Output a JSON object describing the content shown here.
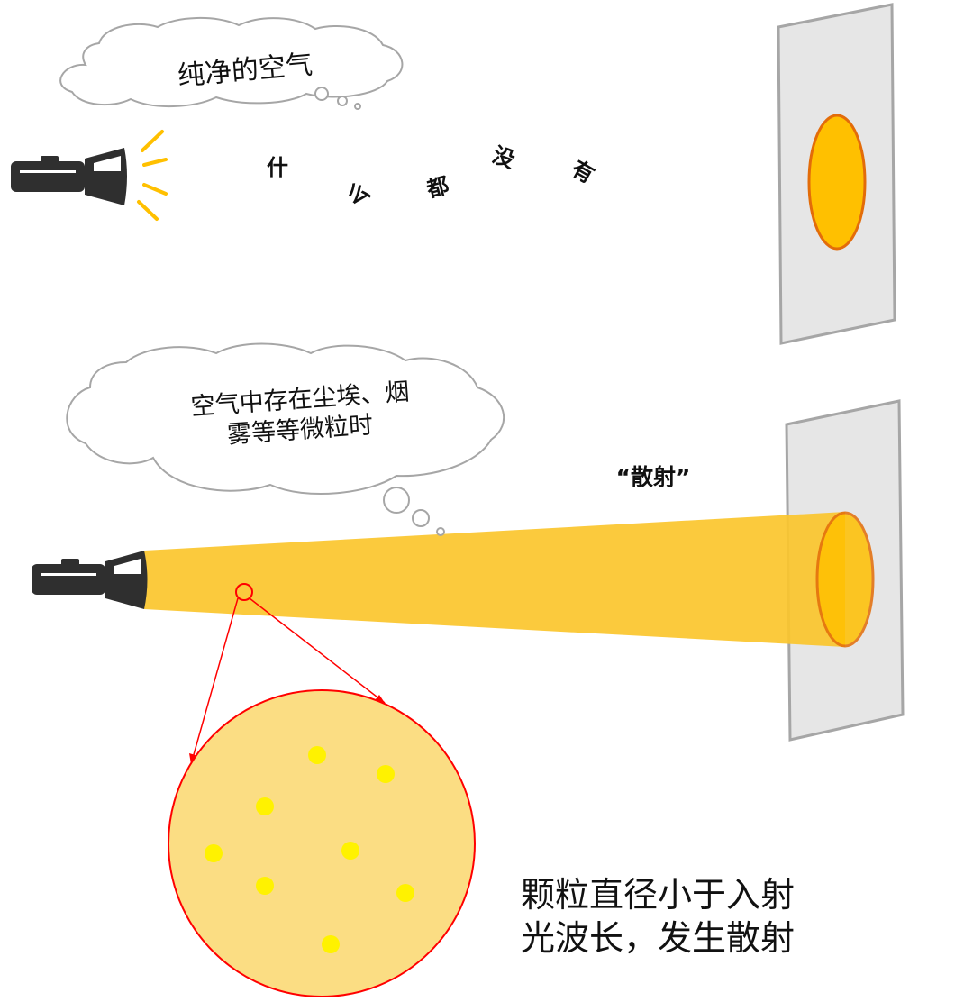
{
  "scene1": {
    "thought": "纯净的空气",
    "arc_chars": [
      "什",
      "么",
      "都",
      "没",
      "有"
    ]
  },
  "scene2": {
    "thought_line1": "空气中存在尘埃、烟",
    "thought_line2": "雾等等微粒时",
    "beam_label": "“散射”"
  },
  "caption": {
    "line1": "颗粒直径小于入射",
    "line2": "光波长，发生散射"
  },
  "colors": {
    "beam": "#FBC52C",
    "spot_fill": "#FFC000",
    "spot_stroke": "#E36C09",
    "screen_fill": "#E6E6E6",
    "screen_stroke": "#A6A6A6",
    "magnifier_fill": "#FBDD83",
    "magnifier_stroke": "#FF0000",
    "particle": "#FFF200",
    "flashlight": "#2F2F2F",
    "rays": "#FFC000"
  },
  "icons": [
    "flashlight-icon",
    "light-rays-icon",
    "thought-cloud-icon",
    "magnifier-icon"
  ]
}
